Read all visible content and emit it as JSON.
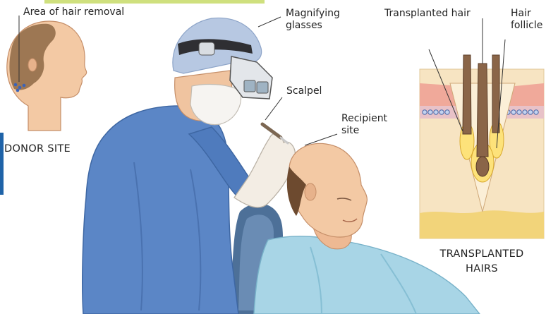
{
  "colors": {
    "accent_bar": "#cfe07e",
    "side_bar": "#1f63a8",
    "scrubs": "#5b86c6",
    "skin": "#f3c9a4",
    "cap": "#b7c8e2",
    "gown": "#a8d5e6",
    "scalp_fill": "#f7e4c2"
  },
  "donor": {
    "label": "Area of hair removal",
    "caption": "DONOR SITE"
  },
  "callouts": {
    "magnifying": "Magnifying glasses",
    "scalpel": "Scalpel",
    "recipient": "Recipient site"
  },
  "inset": {
    "transplanted_label": "Transplanted hair",
    "follicle_label": "Hair follicle",
    "caption_line1": "TRANSPLANTED",
    "caption_line2": "HAIRS"
  }
}
